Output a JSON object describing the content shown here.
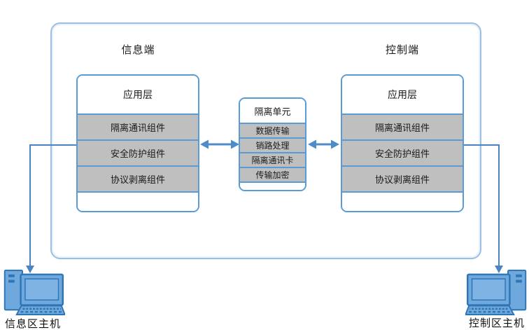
{
  "frame": {
    "left_section_label": "信息端",
    "right_section_label": "控制端"
  },
  "left_stack": {
    "title": "应用层",
    "rows": [
      "隔离通讯组件",
      "安全防护组件",
      "协议剥离组件"
    ]
  },
  "middle_stack": {
    "title": "隔离单元",
    "rows": [
      "数据传输",
      "销路处理",
      "隔离通讯卡",
      "传输加密"
    ]
  },
  "right_stack": {
    "title": "应用层",
    "rows": [
      "隔离通讯组件",
      "安全防护组件",
      "协议剥离组件"
    ]
  },
  "hosts": {
    "left_label": "信息区主机",
    "right_label": "控制区主机"
  },
  "colors": {
    "box_border": "#5B9BD5",
    "outer_border": "#9DBEE3",
    "row_fill": "#BFBFBF",
    "arrow": "#4E8CC9",
    "connector": "#4A84C4",
    "computer_fill": "#6FA8DC",
    "computer_screen": "#7EB3E4",
    "computer_outline": "#2E75B6",
    "text": "#1A1A1A"
  }
}
